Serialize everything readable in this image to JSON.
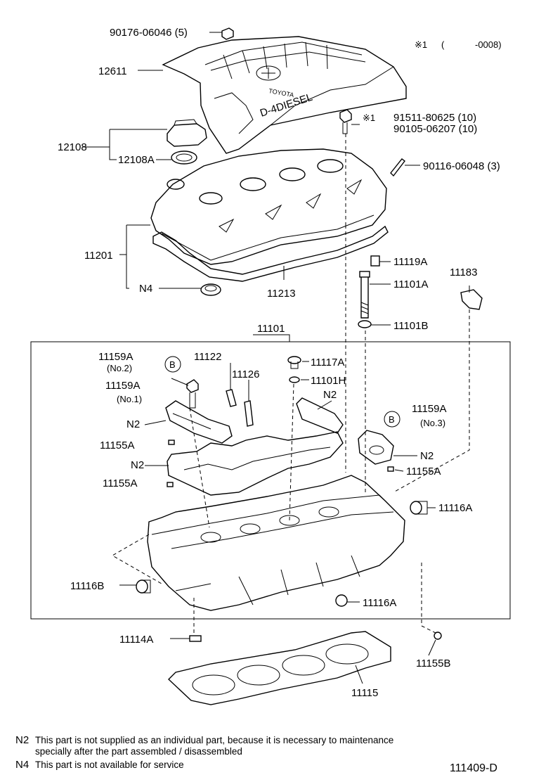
{
  "header_note": {
    "mark": "※1",
    "open": "(",
    "range": "-0008)"
  },
  "labels": {
    "p90176": "90176-06046 (5)",
    "p12611": "12611",
    "p91511_mark": "※1",
    "p91511": "91511-80625 (10)",
    "p90105": "90105-06207 (10)",
    "p12108": "12108",
    "p12108A": "12108A",
    "p90116": "90116-06048 (3)",
    "p11201": "11201",
    "p11119A": "11119A",
    "p11183": "11183",
    "n4": "N4",
    "p11213": "11213",
    "p11101A": "11101A",
    "p11101B": "11101B",
    "p11101": "11101",
    "p11159A_no2": "11159A",
    "no2": "(No.2)",
    "circle_b": "B",
    "p11122": "11122",
    "p11117A": "11117A",
    "p11126": "11126",
    "p11101H": "11101H",
    "p11159A_no1": "11159A",
    "no1": "(No.1)",
    "n2": "N2",
    "p11159A_no3": "11159A",
    "no3": "(No.3)",
    "p11155A": "11155A",
    "p11116A": "11116A",
    "p11116B": "11116B",
    "p11114A": "11114A",
    "p11155B": "11155B",
    "p11115": "11115",
    "cover_brand": "TOYOTA",
    "cover_text": "D-4DIESEL"
  },
  "notes": [
    {
      "code": "N2",
      "lines": [
        "This part is not supplied as an individual part, because it is necessary to maintenance",
        "specially after the part assembled / disassembled"
      ]
    },
    {
      "code": "N4",
      "lines": [
        "This part is not available for service"
      ]
    }
  ],
  "diagram_code": "111409-D"
}
